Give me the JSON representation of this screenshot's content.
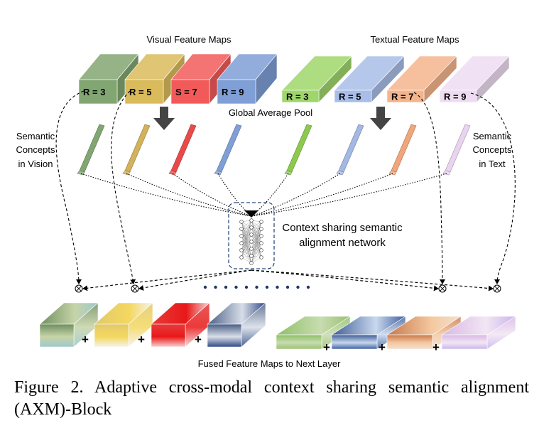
{
  "labels": {
    "visual_title": "Visual Feature Maps",
    "textual_title": "Textual Feature Maps",
    "global_avg_pool": "Global Average Pool",
    "semantic_vision_1": "Semantic",
    "semantic_vision_2": "Concepts",
    "semantic_vision_3": "in Vision",
    "semantic_text_1": "Semantic",
    "semantic_text_2": "Concepts",
    "semantic_text_3": "in Text",
    "network_1": "Context sharing semantic",
    "network_2": "alignment network",
    "fused": "Fused Feature Maps to Next Layer",
    "plus": "+",
    "caption": "Figure 2. Adaptive cross-modal context sharing semantic alignment (AXM)-Block"
  },
  "visual_maps": [
    {
      "label": "R = 3",
      "color": "#82a672"
    },
    {
      "label": "R = 5",
      "color": "#d9bb5c"
    },
    {
      "label": "S = 7",
      "color": "#f25a5a"
    },
    {
      "label": "R = 9",
      "color": "#7f9fd6"
    }
  ],
  "textual_maps": [
    {
      "label": "R = 3",
      "color": "#9fd66b"
    },
    {
      "label": "R = 5",
      "color": "#a8bde8"
    },
    {
      "label": "R = 7",
      "color": "#f4b48c"
    },
    {
      "label": "R = 9",
      "color": "#eedcf2"
    }
  ],
  "colors": {
    "v_sticks": [
      "#82a672",
      "#d2b25a",
      "#e84a4a",
      "#7f9fd6"
    ],
    "t_sticks": [
      "#8cc94e",
      "#a3b8e2",
      "#f0a67a",
      "#e8d4ee"
    ],
    "fused_top": [
      "#6f8f5f",
      "#e2c96a",
      "#e83a3a",
      "#4a5f86",
      "#8ec068",
      "#3f5d96",
      "#c8784a",
      "#d8b8e4"
    ],
    "fused_mid": [
      "#c6d4a8",
      "#f4d860",
      "#e81818",
      "#d8dee8",
      "#c8dcb0",
      "#c8d8ee",
      "#f4c8a0",
      "#f2e6f4"
    ],
    "fused_bottom": [
      "#9ec8cc",
      "#f6f2ec",
      "#f7d4d4",
      "#2f4a86",
      "#9ac070",
      "#3f5fa0",
      "#f2e0d0",
      "#c8b4ec"
    ]
  }
}
